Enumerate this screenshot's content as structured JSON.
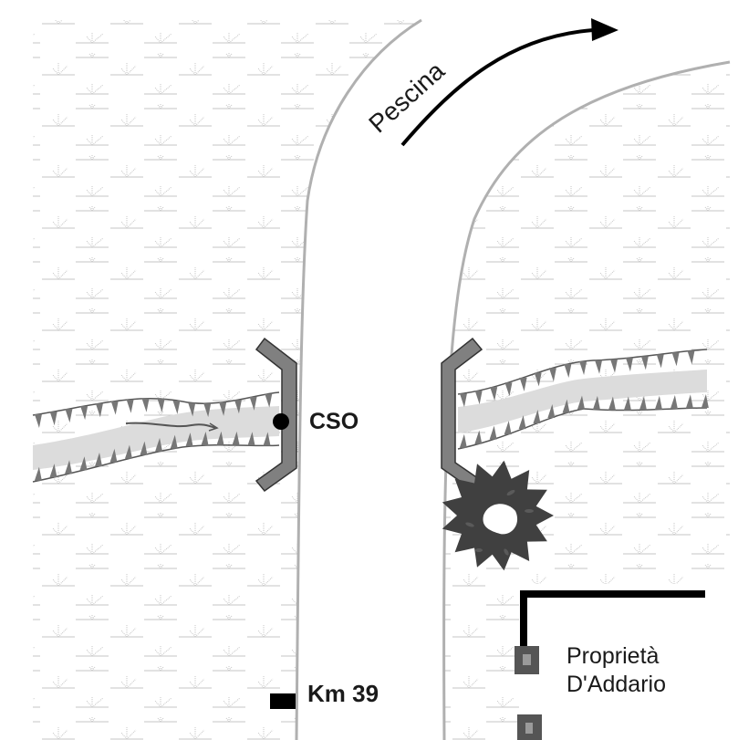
{
  "map": {
    "labels": {
      "road_name": "Pescina",
      "cso": "CSO",
      "km_marker": "Km 39",
      "property_line1": "Proprietà",
      "property_line2": "D'Addario"
    },
    "icons": {
      "direction": "curved-arrow-icon",
      "tree": "tree-canopy-icon",
      "cso_point": "dot-icon",
      "km_marker": "black-rectangle-marker",
      "gate_post": "square-post-icon",
      "field": "grass-tuft-pattern",
      "bridge": "bridge-parapet-icon"
    },
    "colors": {
      "background": "#ffffff",
      "field_pattern": "#c4c4c4",
      "road_edge": "#b0b0b0",
      "channel": "#dcdcdc",
      "bank_teeth": "#777777",
      "parapet": "#808080",
      "tree": "#404040",
      "text": "#1a1a1a",
      "arrow": "#000000",
      "post": "#555555",
      "post_inner": "#9a9a9a"
    }
  }
}
